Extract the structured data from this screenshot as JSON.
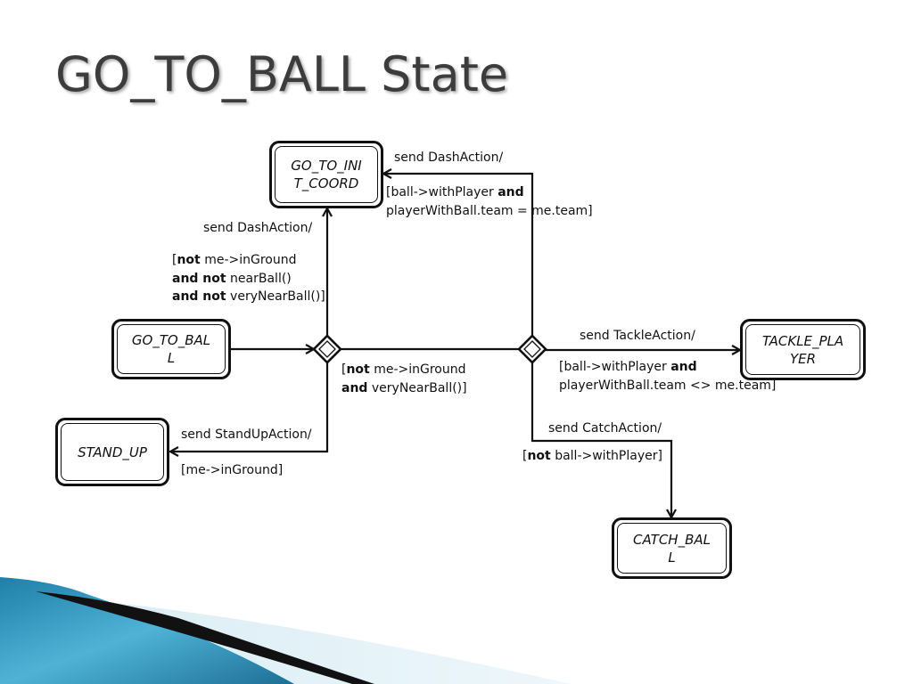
{
  "title": "GO_TO_BALL State",
  "states": {
    "go_to_init_coord": "GO_TO_INI T_COORD",
    "go_to_ball": "GO_TO_BAL L",
    "stand_up": "STAND_UP",
    "tackle_player": "TACKLE_PLA YER",
    "catch_ball": "CATCH_BAL L"
  },
  "transitions": {
    "to_init_from_choice2": {
      "action": "send DashAction/",
      "guard_line1_a": "[ball->withPlayer ",
      "guard_line1_b": "and",
      "guard_line2": "playerWithBall.team = me.team]"
    },
    "to_init_from_choice1": {
      "action": "send DashAction/",
      "g1_open": "[",
      "g1_kw": "not",
      "g1_rest": " me->inGround",
      "g2_kw": "and not",
      "g2_rest": " nearBall()",
      "g3_kw": "and not",
      "g3_rest": "  veryNearBall()]"
    },
    "choice1_to_choice2": {
      "g1_open": "[",
      "g1_kw": "not",
      "g1_rest": " me->inGround",
      "g2_kw": "and",
      "g2_rest": " veryNearBall()]"
    },
    "to_stand_up": {
      "action": "send StandUpAction/",
      "guard": "[me->inGround]"
    },
    "to_tackle": {
      "action": "send TackleAction/",
      "guard_line1_a": "[ball->withPlayer ",
      "guard_line1_b": "and",
      "guard_line2": "playerWithBall.team <> me.team]"
    },
    "to_catch": {
      "action": "send CatchAction/",
      "g_open": "[",
      "g_kw": "not",
      "g_rest": " ball->withPlayer]"
    }
  },
  "colors": {
    "line": "#111111",
    "title": "#3c3c3c",
    "accent_blue": "#2a8fb8"
  }
}
